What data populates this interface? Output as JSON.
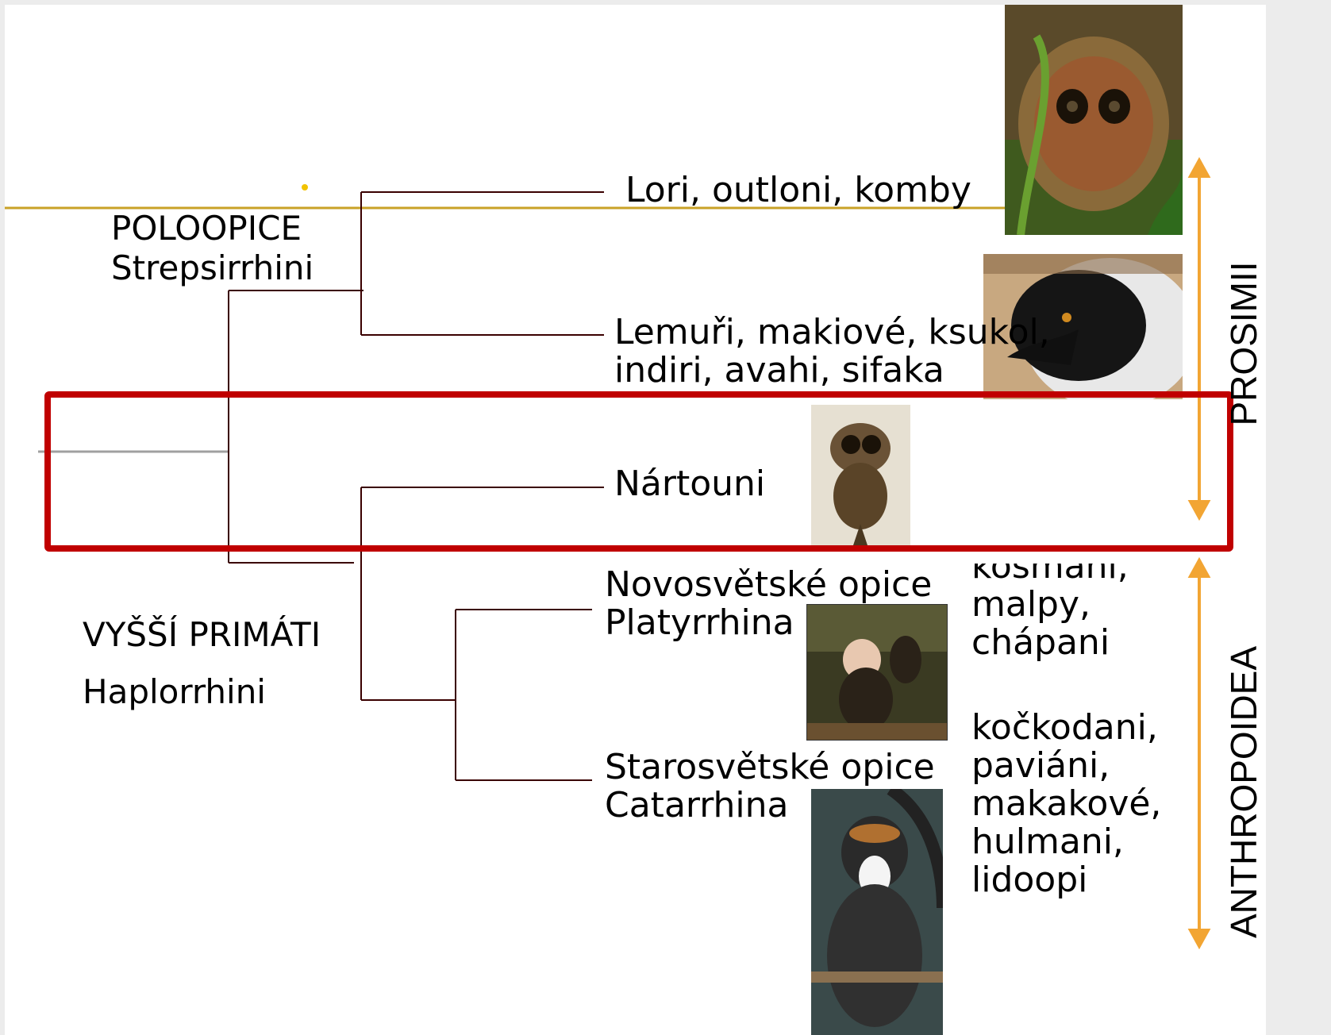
{
  "colors": {
    "accent_line": "#c9a227",
    "arrow": "#f2a533",
    "highlight_box": "#c00000",
    "tree_lines": "#3a0000"
  },
  "labels": {
    "poloopice_czech": "POLOOPICE",
    "poloopice_latin": "Strepsirrhini",
    "vyssi_czech": "VYŠŠÍ PRIMÁTI",
    "vyssi_latin": "Haplorrhini",
    "lori": "Lori, outloni, komby",
    "lemuri_line1": "Lemuři, makiové, ksukol,",
    "lemuri_line2": "indiri, avahi, sifaka",
    "nartouni": "Nártouni",
    "novosvetske_line1": "Novosvětské opice",
    "novosvetske_line2": "Platyrrhina",
    "starosvetske_line1": "Starosvětské opice",
    "starosvetske_line2": "Catarrhina",
    "platy_examples": [
      "kosmani,",
      "malpy,",
      "chápani"
    ],
    "catar_examples": [
      "kočkodani,",
      "paviáni,",
      "makakové,",
      "hulmani,",
      "lidoopi"
    ],
    "prosimii": "PROSIMII",
    "anthropoidea": "ANTHROPOIDEA"
  },
  "images": {
    "loris": "loris-photo",
    "lemur": "ruffed-lemur-photo",
    "tarsier": "tarsier-photo",
    "capuchin": "capuchin-photo",
    "guenon": "de-brazza-monkey-photo"
  }
}
